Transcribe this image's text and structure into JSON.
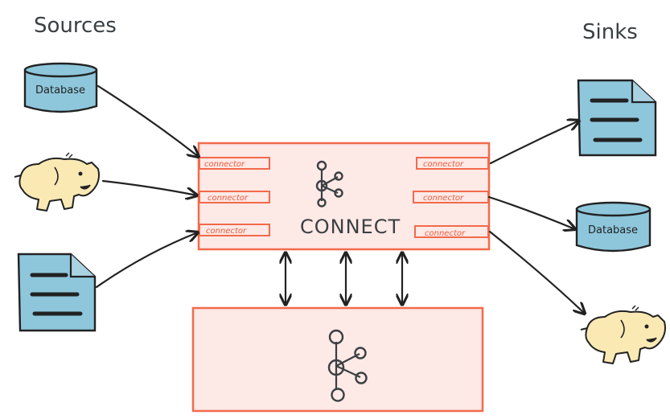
{
  "diagram": {
    "sources": {
      "title": "Sources",
      "items": [
        {
          "type": "database",
          "label": "Database"
        },
        {
          "type": "hadoop-elephant",
          "label": ""
        },
        {
          "type": "document",
          "label": ""
        }
      ]
    },
    "sinks": {
      "title": "Sinks",
      "items": [
        {
          "type": "document",
          "label": ""
        },
        {
          "type": "database",
          "label": "Database"
        },
        {
          "type": "hadoop-elephant",
          "label": ""
        }
      ]
    },
    "connect": {
      "title": "CONNECT",
      "icon": "kafka-cluster-icon",
      "source_connectors": [
        "connector",
        "connector",
        "connector"
      ],
      "sink_connectors": [
        "connector",
        "connector",
        "connector"
      ]
    },
    "kafka_cluster": {
      "icon": "kafka-cluster-icon",
      "link_count": 3
    },
    "colors": {
      "orange_stroke": "#f26a4b",
      "orange_fill": "#fde9e6",
      "blue_fill": "#8ec7dc",
      "elephant_fill": "#fbe9b4",
      "ink": "#222222"
    }
  }
}
